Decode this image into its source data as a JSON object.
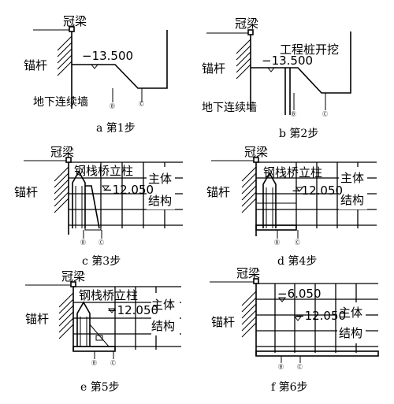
{
  "panels": {
    "a": {
      "crown_beam": "冠梁",
      "anchor": "锚杆",
      "elevation": "−13.500",
      "wall": "地下连续墙",
      "axis_b": "Ⓑ",
      "axis_c": "Ⓒ",
      "caption": "a  第1步"
    },
    "b": {
      "crown_beam": "冠梁",
      "anchor": "锚杆",
      "elevation": "−13.500",
      "pile_dig": "工程桩开挖",
      "wall": "地下连续墙",
      "axis_b": "Ⓑ",
      "axis_c": "Ⓒ",
      "caption": "b  第2步"
    },
    "c": {
      "crown_beam": "冠梁",
      "anchor": "锚杆",
      "column": "钢栈桥立柱",
      "elevation": "−12.050",
      "structure_1": "主体",
      "structure_2": "结构",
      "axis_b": "Ⓑ",
      "axis_c": "Ⓒ",
      "caption": "c  第3步"
    },
    "d": {
      "crown_beam": "冠梁",
      "anchor": "锚杆",
      "column": "钢栈桥立柱",
      "elevation": "−12.050",
      "structure_1": "主体",
      "structure_2": "结构",
      "axis_b": "Ⓑ",
      "axis_c": "Ⓒ",
      "caption": "d  第4步"
    },
    "e": {
      "crown_beam": "冠梁",
      "anchor": "锚杆",
      "column": "钢栈桥立柱",
      "elevation": "−12.050",
      "structure_1": "主体",
      "structure_2": "结构",
      "axis_b": "Ⓑ",
      "axis_c": "Ⓒ",
      "caption": "e  第5步"
    },
    "f": {
      "crown_beam": "冠梁",
      "anchor": "锚杆",
      "elevation_top": "−6.050",
      "elevation": "−12.050",
      "structure_1": "主体",
      "structure_2": "结构",
      "axis_b": "Ⓑ",
      "axis_c": "Ⓒ",
      "caption": "f  第6步"
    }
  }
}
